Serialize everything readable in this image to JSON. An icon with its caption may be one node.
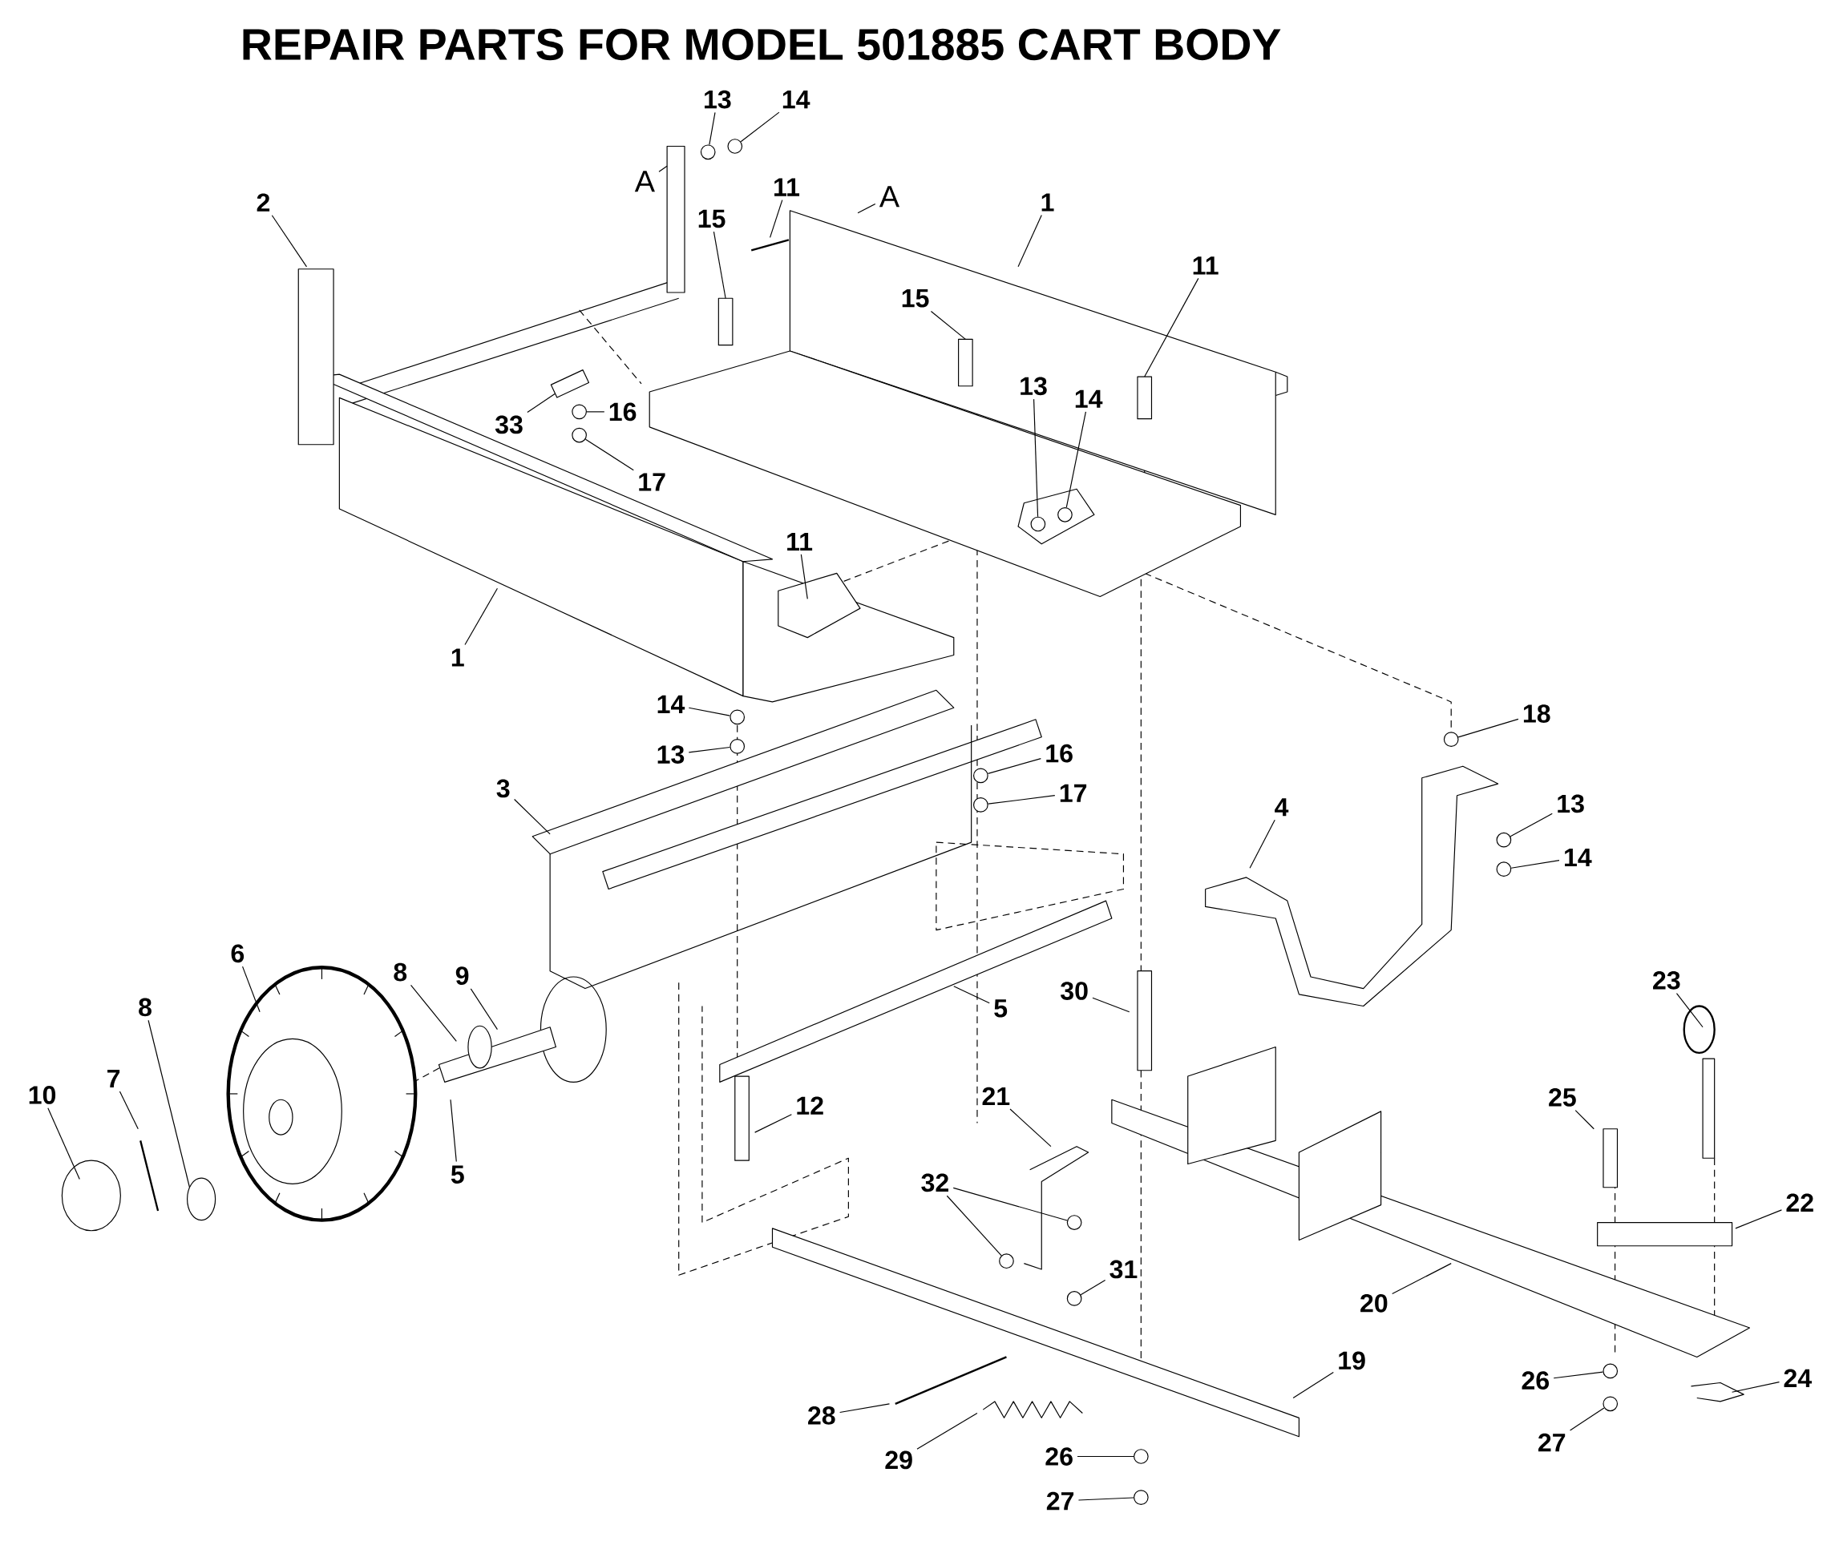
{
  "diagram": {
    "title": "REPAIR PARTS FOR MODEL 501885 CART BODY",
    "nodes": [
      {
        "text": [
          "13"
        ]
      },
      {
        "text": [
          "14"
        ]
      },
      {
        "text": [
          "A"
        ]
      },
      {
        "text": [
          "A"
        ]
      },
      {
        "text": [
          "2"
        ]
      },
      {
        "text": [
          "11"
        ]
      },
      {
        "text": [
          "15"
        ]
      },
      {
        "text": [
          "1"
        ]
      },
      {
        "text": [
          "11"
        ]
      },
      {
        "text": [
          "15"
        ]
      },
      {
        "text": [
          "13"
        ]
      },
      {
        "text": [
          "14"
        ]
      },
      {
        "text": [
          "33"
        ]
      },
      {
        "text": [
          "16"
        ]
      },
      {
        "text": [
          "17"
        ]
      },
      {
        "text": [
          "11"
        ]
      },
      {
        "text": [
          "1"
        ]
      },
      {
        "text": [
          "14"
        ]
      },
      {
        "text": [
          "13"
        ]
      },
      {
        "text": [
          "16"
        ]
      },
      {
        "text": [
          "17"
        ]
      },
      {
        "text": [
          "18"
        ]
      },
      {
        "text": [
          "3"
        ]
      },
      {
        "text": [
          "4"
        ]
      },
      {
        "text": [
          "13"
        ]
      },
      {
        "text": [
          "14"
        ]
      },
      {
        "text": [
          "6"
        ]
      },
      {
        "text": [
          "8"
        ]
      },
      {
        "text": [
          "9"
        ]
      },
      {
        "text": [
          "5"
        ]
      },
      {
        "text": [
          "30"
        ]
      },
      {
        "text": [
          "23"
        ]
      },
      {
        "text": [
          "8"
        ]
      },
      {
        "text": [
          "10"
        ]
      },
      {
        "text": [
          "7"
        ]
      },
      {
        "text": [
          "12"
        ]
      },
      {
        "text": [
          "21"
        ]
      },
      {
        "text": [
          "25"
        ]
      },
      {
        "text": [
          "5"
        ]
      },
      {
        "text": [
          "32"
        ]
      },
      {
        "text": [
          "22"
        ]
      },
      {
        "text": [
          "31"
        ]
      },
      {
        "text": [
          "20"
        ]
      },
      {
        "text": [
          "19"
        ]
      },
      {
        "text": [
          "26"
        ]
      },
      {
        "text": [
          "24"
        ]
      },
      {
        "text": [
          "28"
        ]
      },
      {
        "text": [
          "27"
        ]
      },
      {
        "text": [
          "29"
        ]
      },
      {
        "text": [
          "26"
        ]
      },
      {
        "text": [
          "27"
        ]
      },
      {
        "text": [],
        "shape": "circle"
      },
      {
        "text": [],
        "shape": "circle"
      },
      {
        "text": [],
        "shape": "circle"
      },
      {
        "text": [],
        "shape": "circle"
      },
      {
        "text": [],
        "shape": "circle"
      },
      {
        "text": [],
        "shape": "circle"
      },
      {
        "text": [],
        "shape": "circle"
      },
      {
        "text": [],
        "shape": "circle"
      },
      {
        "text": [],
        "shape": "circle"
      },
      {
        "text": [],
        "shape": "circle"
      },
      {
        "text": [],
        "shape": "circle"
      },
      {
        "text": [],
        "shape": "circle"
      },
      {
        "text": [],
        "shape": "circle"
      },
      {
        "text": [],
        "shape": "circle"
      },
      {
        "text": [],
        "shape": "circle"
      },
      {
        "text": [],
        "shape": "circle"
      },
      {
        "text": [],
        "shape": "circle"
      },
      {
        "text": [],
        "shape": "circle"
      },
      {
        "text": [],
        "shape": "circle"
      },
      {
        "text": [],
        "shape": "circle"
      },
      {
        "text": [],
        "shape": "box"
      }
    ],
    "edges": [
      {
        "from": 0,
        "to": 51,
        "arrow": "none"
      },
      {
        "from": 1,
        "to": 52,
        "arrow": "none"
      },
      {
        "from": 2,
        "to": null,
        "arrow": "none"
      },
      {
        "from": 3,
        "to": null,
        "arrow": "none"
      },
      {
        "from": 4,
        "to": null,
        "arrow": "none"
      },
      {
        "from": 5,
        "to": null,
        "arrow": "none"
      },
      {
        "from": 6,
        "to": null,
        "arrow": "none"
      },
      {
        "from": 7,
        "to": null,
        "arrow": "none"
      },
      {
        "from": 8,
        "to": null,
        "arrow": "none"
      },
      {
        "from": 9,
        "to": null,
        "arrow": "none"
      },
      {
        "from": 10,
        "to": 53,
        "arrow": "none"
      },
      {
        "from": 11,
        "to": 54,
        "arrow": "none"
      },
      {
        "from": 12,
        "to": 71,
        "arrow": "none"
      },
      {
        "from": 13,
        "to": 55,
        "arrow": "none"
      },
      {
        "from": 14,
        "to": 56,
        "arrow": "none"
      },
      {
        "from": 15,
        "to": null,
        "arrow": "none"
      },
      {
        "from": 16,
        "to": null,
        "arrow": "none"
      },
      {
        "from": 17,
        "to": 57,
        "arrow": "none"
      },
      {
        "from": 18,
        "to": 58,
        "arrow": "none"
      },
      {
        "from": 19,
        "to": 59,
        "arrow": "none"
      },
      {
        "from": 20,
        "to": 60,
        "arrow": "none"
      },
      {
        "from": 21,
        "to": 61,
        "arrow": "none"
      },
      {
        "from": 22,
        "to": null,
        "arrow": "none"
      },
      {
        "from": 23,
        "to": null,
        "arrow": "none"
      },
      {
        "from": 24,
        "to": 62,
        "arrow": "none"
      },
      {
        "from": 25,
        "to": 63,
        "arrow": "none"
      },
      {
        "from": 26,
        "to": null,
        "arrow": "none"
      },
      {
        "from": 27,
        "to": null,
        "arrow": "none"
      },
      {
        "from": 28,
        "to": null,
        "arrow": "none"
      },
      {
        "from": 29,
        "to": null,
        "arrow": "none"
      },
      {
        "from": 30,
        "to": null,
        "arrow": "none"
      },
      {
        "from": 31,
        "to": null,
        "arrow": "none"
      },
      {
        "from": 32,
        "to": null,
        "arrow": "none"
      },
      {
        "from": 33,
        "to": null,
        "arrow": "none"
      },
      {
        "from": 34,
        "to": null,
        "arrow": "none"
      },
      {
        "from": 35,
        "to": null,
        "arrow": "none"
      },
      {
        "from": 36,
        "to": null,
        "arrow": "none"
      },
      {
        "from": 37,
        "to": null,
        "arrow": "none"
      },
      {
        "from": 38,
        "to": null,
        "arrow": "none"
      },
      {
        "from": 39,
        "to": 64,
        "arrow": "none"
      },
      {
        "from": 39,
        "to": 65,
        "arrow": "none"
      },
      {
        "from": 40,
        "to": null,
        "arrow": "none"
      },
      {
        "from": 41,
        "to": 66,
        "arrow": "none"
      },
      {
        "from": 42,
        "to": null,
        "arrow": "none"
      },
      {
        "from": 43,
        "to": null,
        "arrow": "none"
      },
      {
        "from": 44,
        "to": 67,
        "arrow": "none"
      },
      {
        "from": 45,
        "to": null,
        "arrow": "none"
      },
      {
        "from": 46,
        "to": null,
        "arrow": "none"
      },
      {
        "from": 47,
        "to": 68,
        "arrow": "none"
      },
      {
        "from": 48,
        "to": null,
        "arrow": "none"
      },
      {
        "from": 49,
        "to": 69,
        "arrow": "none"
      },
      {
        "from": 50,
        "to": 70,
        "arrow": "none"
      }
    ]
  }
}
